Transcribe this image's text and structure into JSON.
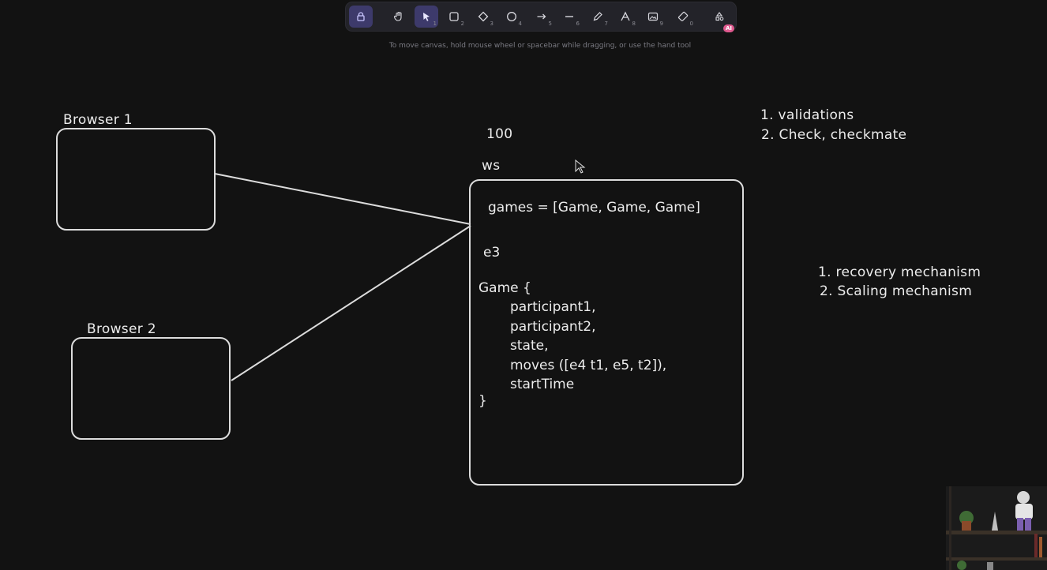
{
  "toolbar": {
    "tools": [
      {
        "name": "lock",
        "num": ""
      },
      {
        "name": "hand",
        "num": ""
      },
      {
        "name": "selection",
        "num": "1"
      },
      {
        "name": "rectangle",
        "num": "2"
      },
      {
        "name": "diamond",
        "num": "3"
      },
      {
        "name": "ellipse",
        "num": "4"
      },
      {
        "name": "arrow",
        "num": "5"
      },
      {
        "name": "line",
        "num": "6"
      },
      {
        "name": "draw",
        "num": "7"
      },
      {
        "name": "text",
        "num": "8"
      },
      {
        "name": "image",
        "num": "9"
      },
      {
        "name": "eraser",
        "num": "0"
      },
      {
        "name": "more-tools",
        "num": ""
      }
    ],
    "ai_badge": "AI"
  },
  "hint": "To move canvas, hold mouse wheel or spacebar while dragging, or use the hand tool",
  "canvas": {
    "browser1_label": "Browser 1",
    "browser2_label": "Browser 2",
    "count_label": "100",
    "ws_label": "ws",
    "games_line": "games = [Game, Game, Game]",
    "e3_label": "e3",
    "game_struct": [
      "Game {",
      "participant1,",
      "participant2,",
      "state,",
      "moves ([e4 t1, e5, t2]),",
      "startTime",
      "}"
    ],
    "list_a": [
      "1. validations",
      "2. Check, checkmate"
    ],
    "list_b": [
      "1. recovery mechanism",
      "2. Scaling mechanism"
    ]
  },
  "colors": {
    "background": "#121212",
    "stroke": "#dcdcdc",
    "toolbar": "#232329",
    "active_tool": "#3d3a6b"
  }
}
